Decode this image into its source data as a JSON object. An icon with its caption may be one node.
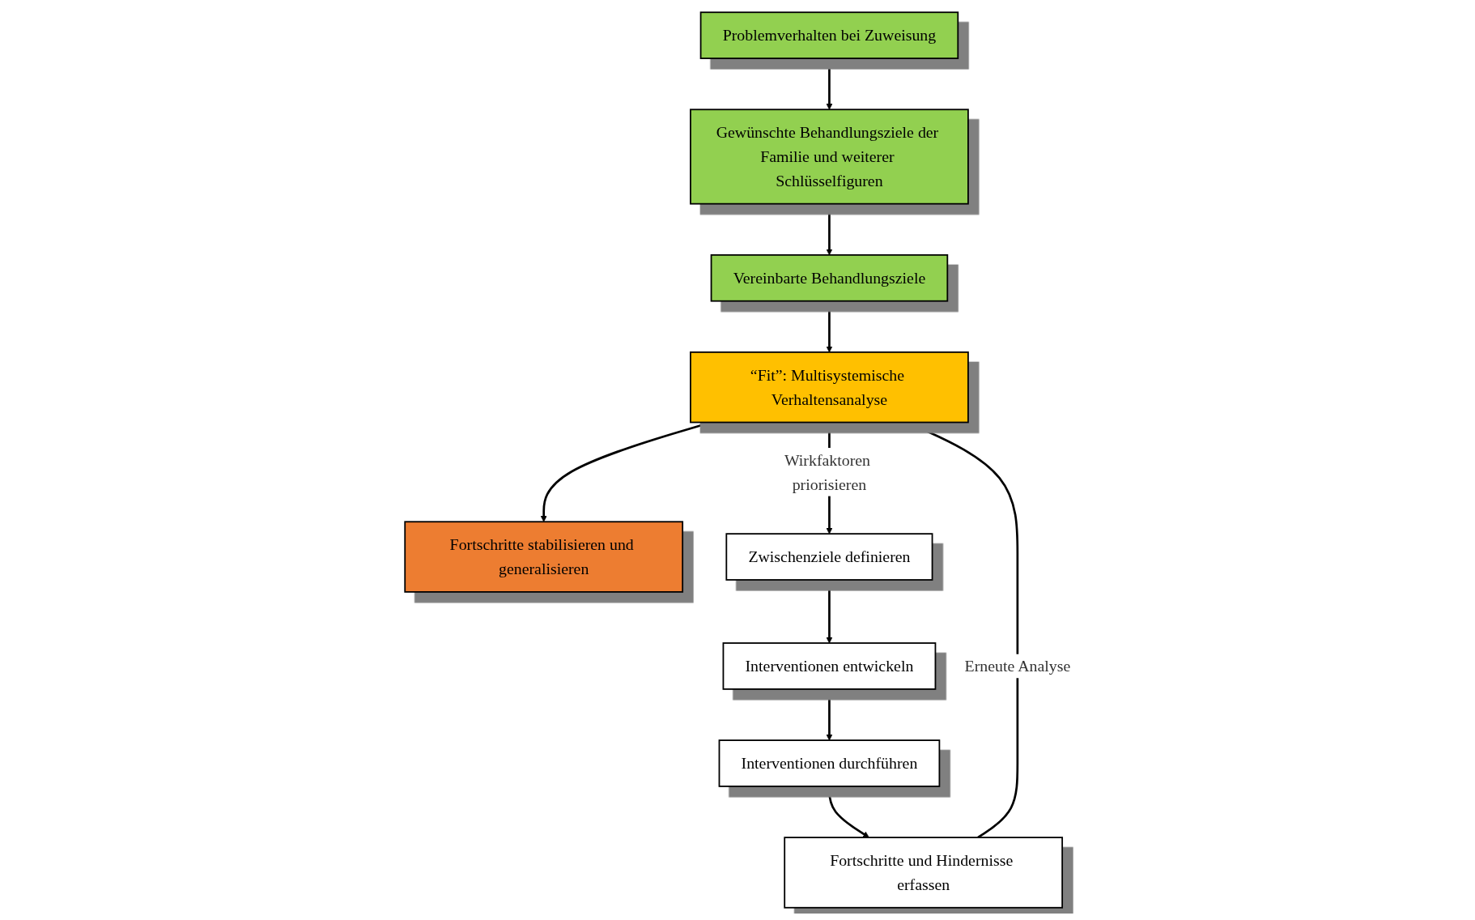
{
  "diagram": {
    "nodes": [
      {
        "text": [
          "Problemverhalten bei Zuweisung"
        ]
      },
      {
        "text": [
          "Gewünschte Behandlungsziele der Familie und weiterer Schlüsselfiguren"
        ]
      },
      {
        "text": [
          "Vereinbarte Behandlungsziele"
        ]
      },
      {
        "text": [
          "Fortschritte stabilisieren und generalisieren"
        ]
      },
      {
        "text": [
          "“Fit”: Multisystemische Verhaltensanalyse"
        ]
      },
      {
        "text": [
          "Fortschritte und Hindernisse erfassen"
        ]
      },
      {
        "text": [
          "Zwischenziele definieren"
        ]
      },
      {
        "text": [
          "Interventionen durchführen"
        ]
      },
      {
        "text": [
          "Interventionen entwickeln"
        ]
      }
    ],
    "edges": [
      {
        "from": 0,
        "to": 1,
        "arrow": "to"
      },
      {
        "from": 1,
        "to": 2,
        "arrow": "to"
      },
      {
        "from": 2,
        "to": 4,
        "arrow": "to"
      },
      {
        "from": 4,
        "to": 3,
        "arrow": "to"
      },
      {
        "from": 4,
        "to": 6,
        "arrow": "to",
        "label": "Wirkfaktoren priorisieren"
      },
      {
        "from": 6,
        "to": 8,
        "arrow": "to"
      },
      {
        "from": 8,
        "to": 7,
        "arrow": "to"
      },
      {
        "from": 7,
        "to": 5,
        "arrow": "to"
      },
      {
        "from": 5,
        "to": 4,
        "arrow": "to",
        "label": "Erneute Analyse"
      }
    ]
  }
}
